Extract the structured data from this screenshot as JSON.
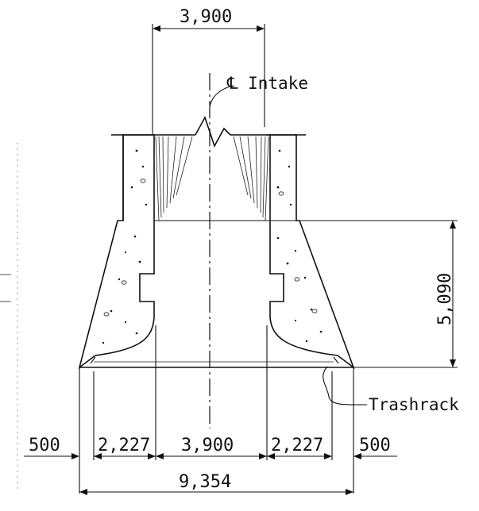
{
  "drawing": {
    "centerline_label": "℄ Intake",
    "callout_label": "Trashrack",
    "top_opening": "3,900",
    "height": "5,090",
    "bottom_total": "9,354",
    "bottom_parts": [
      "500",
      "2,227",
      "3,900",
      "2,227",
      "500"
    ]
  },
  "colors": {
    "ink": "#111111",
    "paper": "#ffffff"
  }
}
